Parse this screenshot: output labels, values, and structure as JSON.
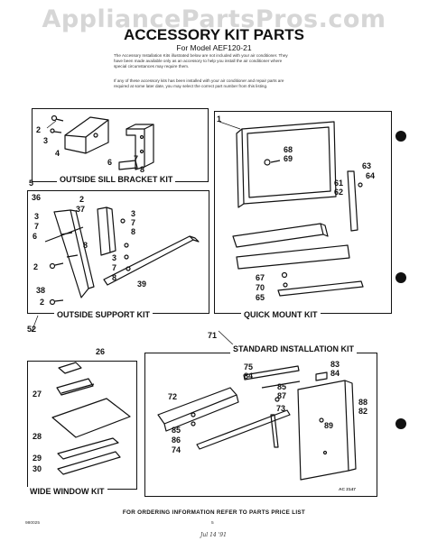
{
  "header": {
    "watermark": "AppliancePartsPros.com",
    "title": "ACCESSORY KIT PARTS",
    "model": "For Model AEF120-21"
  },
  "intro": {
    "paragraph1": "The Accessory Installation Kits illustrated below are not included with your air conditioner. They have been made available only as an accessory to help you install the air conditioner where special circumstances may require them.",
    "paragraph2": "If any of these accessory kits has been installed with your air conditioner and repair parts are required at some later date, you may select the correct part number from this listing."
  },
  "kits": {
    "outside_sill_bracket": {
      "label": "OUTSIDE SILL BRACKET KIT",
      "callouts": [
        "2",
        "3",
        "4",
        "6",
        "7",
        "8"
      ]
    },
    "outside_support": {
      "label": "OUTSIDE SUPPORT KIT",
      "callouts": [
        "36",
        "2",
        "37",
        "3",
        "7",
        "6",
        "8",
        "3",
        "7",
        "8",
        "3",
        "7",
        "8",
        "2",
        "39",
        "38",
        "2"
      ]
    },
    "quick_mount": {
      "label": "QUICK MOUNT KIT",
      "callouts": [
        "1",
        "68",
        "69",
        "63",
        "64",
        "61",
        "62",
        "67",
        "70",
        "65"
      ]
    },
    "wide_window": {
      "label": "WIDE WINDOW KIT",
      "callouts": [
        "26",
        "27",
        "28",
        "29",
        "30"
      ]
    },
    "standard_installation": {
      "label": "STANDARD INSTALLATION KIT",
      "callouts": [
        "75",
        "84",
        "83",
        "84",
        "72",
        "85",
        "87",
        "73",
        "88",
        "82",
        "89",
        "85",
        "86",
        "74"
      ]
    }
  },
  "outside_labels": {
    "kit_5": "5",
    "kit_52": "52",
    "kit_71": "71"
  },
  "footer": {
    "ordering_note": "FOR ORDERING INFORMATION REFER TO PARTS PRICE LIST",
    "figure_code": "AC 2147",
    "doc_code": "980025",
    "page_number": "5",
    "handwritten_date": "Jul 14 '91"
  }
}
